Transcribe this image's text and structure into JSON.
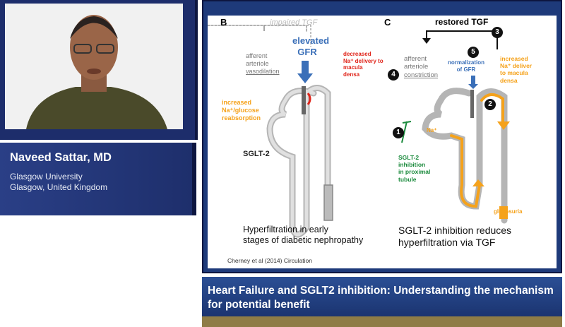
{
  "speaker": {
    "name": "Naveed Sattar, MD",
    "affiliation_line1": "Glasgow University",
    "affiliation_line2": "Glasgow, United Kingdom"
  },
  "slide": {
    "panel_b": {
      "letter": "B",
      "impaired": "impaired TGF",
      "elevated": "elevated",
      "gfr": "GFR",
      "afferent": "afferent",
      "arteriole": "arteriole",
      "vasodilation": "vasodilation",
      "decreased": "decreased",
      "na_delivery": "Na⁺ delivery to",
      "macula": "macula",
      "densa": "densa",
      "increased": "increased",
      "na_glucose": "Na⁺/glucose",
      "reabsorption": "reabsorption",
      "sglt2": "SGLT-2",
      "caption1": "Hyperfiltration in early",
      "caption2": "stages of diabetic nephropathy"
    },
    "panel_c": {
      "letter": "C",
      "restored": "restored TGF",
      "num1": "1",
      "num2": "2",
      "num3": "3",
      "num4": "4",
      "num5": "5",
      "afferent": "afferent",
      "arteriole": "arteriole",
      "constriction": "constriction",
      "normalization": "normalization",
      "of_gfr": "of GFR",
      "increased": "increased",
      "na_deliver": "Na⁺ deliver",
      "to_macula": "to macula",
      "densa": "densa",
      "na": "Na⁺",
      "sglt2": "SGLT-2",
      "inhibition": "inhibition",
      "in_proximal": "in proximal",
      "tubule": "tubule",
      "glucosuria": "glucosuria",
      "caption1": "SGLT-2 inhibition reduces",
      "caption2": "hyperfiltration via TGF"
    },
    "citation": "Cherney et al (2014) Circulation"
  },
  "lecture_title": "Heart Failure and SGLT2 inhibition: Understanding the mechanism for potential benefit",
  "colors": {
    "navy": "#1e3a7a",
    "orange": "#f5a21b",
    "blue": "#3a6fb8",
    "red": "#e0251b",
    "green": "#1a8a3c"
  }
}
